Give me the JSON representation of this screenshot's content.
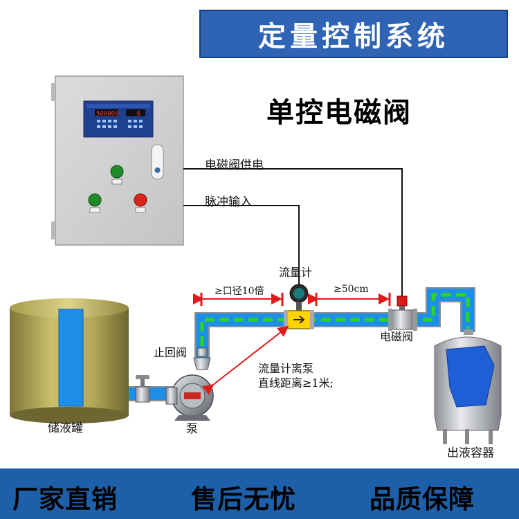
{
  "header": {
    "title": "定量控制系统",
    "subtitle": "单控电磁阀"
  },
  "control_box": {
    "display_line_1": "500000",
    "display_line_2": "0"
  },
  "signals": {
    "valve_power": "电磁阀供电",
    "pulse_input": "脉冲输入"
  },
  "labels": {
    "flowmeter": "流量计",
    "inlet_distance": "≥口径10倍",
    "valve_distance": "≥50cm",
    "solenoid_valve": "电磁阀",
    "check_valve": "止回阀",
    "pump": "泵",
    "storage_tank": "储液罐",
    "outlet_container": "出液容器",
    "pump_distance_line1": "流量计离泵",
    "pump_distance_line2": "直线距离≥1米;"
  },
  "footer": {
    "slogan_1": "厂家直销",
    "slogan_2": "售后无忧",
    "slogan_3": "品质保障"
  },
  "colors": {
    "banner": "#2f63b3",
    "banner_text": "#ffffff",
    "footer": "#1d5fa8",
    "pipe": "#1e8fe8",
    "flow_dash": "#2bd61f",
    "dimension": "#e01a1a",
    "tank": "#b5aa55"
  }
}
